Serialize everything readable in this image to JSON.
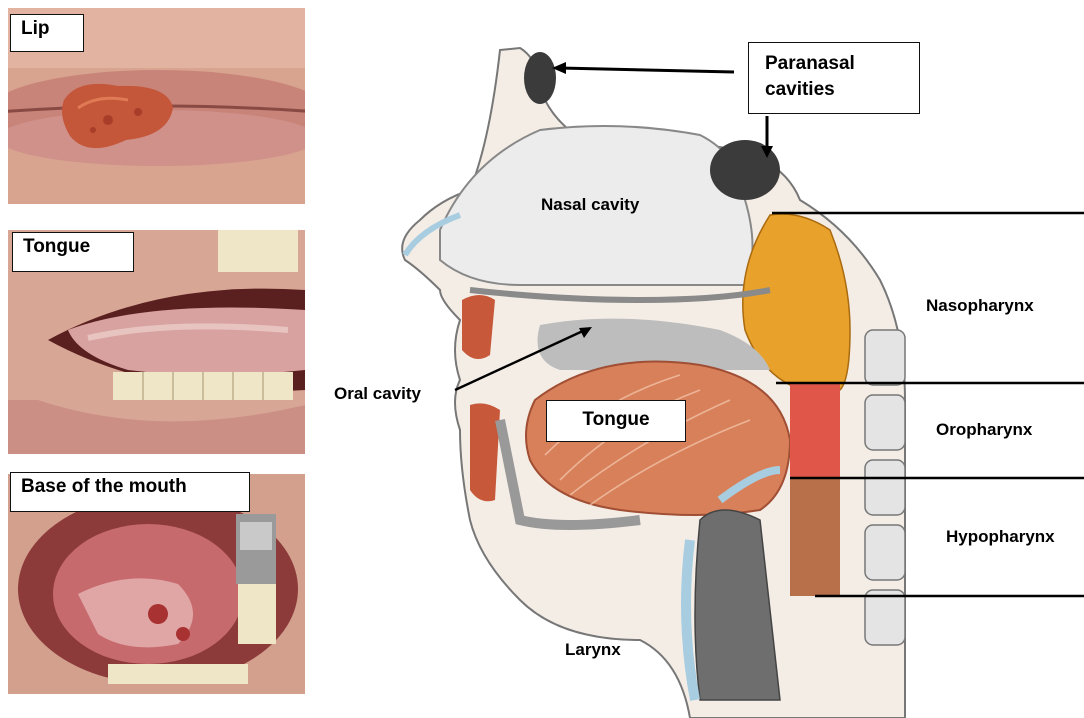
{
  "photos": {
    "lip": {
      "label": "Lip"
    },
    "tongue": {
      "label": "Tongue"
    },
    "base": {
      "label": "Base of the mouth"
    }
  },
  "diagram_labels": {
    "paranasal": "Paranasal\ncavities",
    "nasal_cavity": "Nasal cavity",
    "nasopharynx": "Nasopharynx",
    "oral_cavity": "Oral cavity",
    "tongue": "Tongue",
    "oropharynx": "Oropharynx",
    "hypopharynx": "Hypopharynx",
    "larynx": "Larynx"
  },
  "colors": {
    "skin": "#d9a48f",
    "lips": "#c98479",
    "tumor": "#c4563a",
    "mucosa": "#c76a6e",
    "teeth": "#efe6c8",
    "nasopharynx_fill": "#e8a12a",
    "oropharynx_fill": "#e0574a",
    "hypopharynx_fill": "#b8704a",
    "muscle": "#d8805a",
    "bone": "#e4e4e4",
    "cartilage": "#a8cde0"
  }
}
